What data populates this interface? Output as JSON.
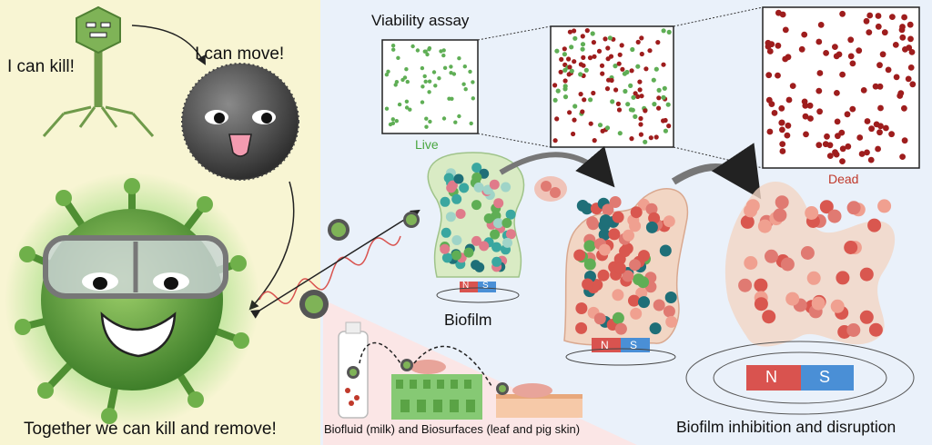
{
  "labels": {
    "i_can_kill": "I can kill!",
    "i_can_move": "I can move!",
    "together": "Together we can kill and remove!",
    "viability_assay": "Viability assay",
    "live": "Live",
    "dead": "Dead",
    "biofilm": "Biofilm",
    "biofluid": "Biofluid (milk) and Biosurfaces (leaf and pig skin)",
    "inhibition": "Biofilm inhibition and disruption",
    "magnet_n": "N",
    "magnet_s": "S"
  },
  "colors": {
    "left_panel_bg": "#f8f5d3",
    "right_panel_bg": "#eaf1fa",
    "live_cell": "#5fae55",
    "dead_cell": "#9e1d1d",
    "biofilm_green": "#d9ebc4",
    "biofilm_pink": "#f2d6c4",
    "magnet_red": "#d9534f",
    "magnet_blue": "#4a8fd6",
    "phage_green": "#7fb357",
    "nanoparticle_gray": "#6b6b6b"
  },
  "icons": [
    "phage-icon",
    "magnetic-nanoparticle-icon",
    "phage-nanoparticle-complex-icon",
    "milk-bottle-icon",
    "leaf-surface-icon",
    "pig-skin-icon",
    "magnet-icon"
  ]
}
